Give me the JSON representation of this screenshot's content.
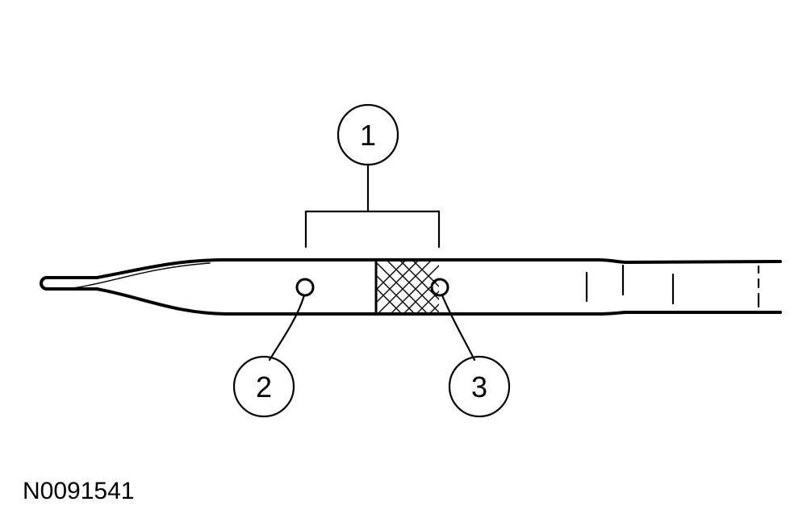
{
  "figure": {
    "id_label": "N0091541"
  },
  "callouts": [
    {
      "number": "1"
    },
    {
      "number": "2"
    },
    {
      "number": "3"
    }
  ],
  "colors": {
    "line": "#000000",
    "background": "#ffffff"
  }
}
